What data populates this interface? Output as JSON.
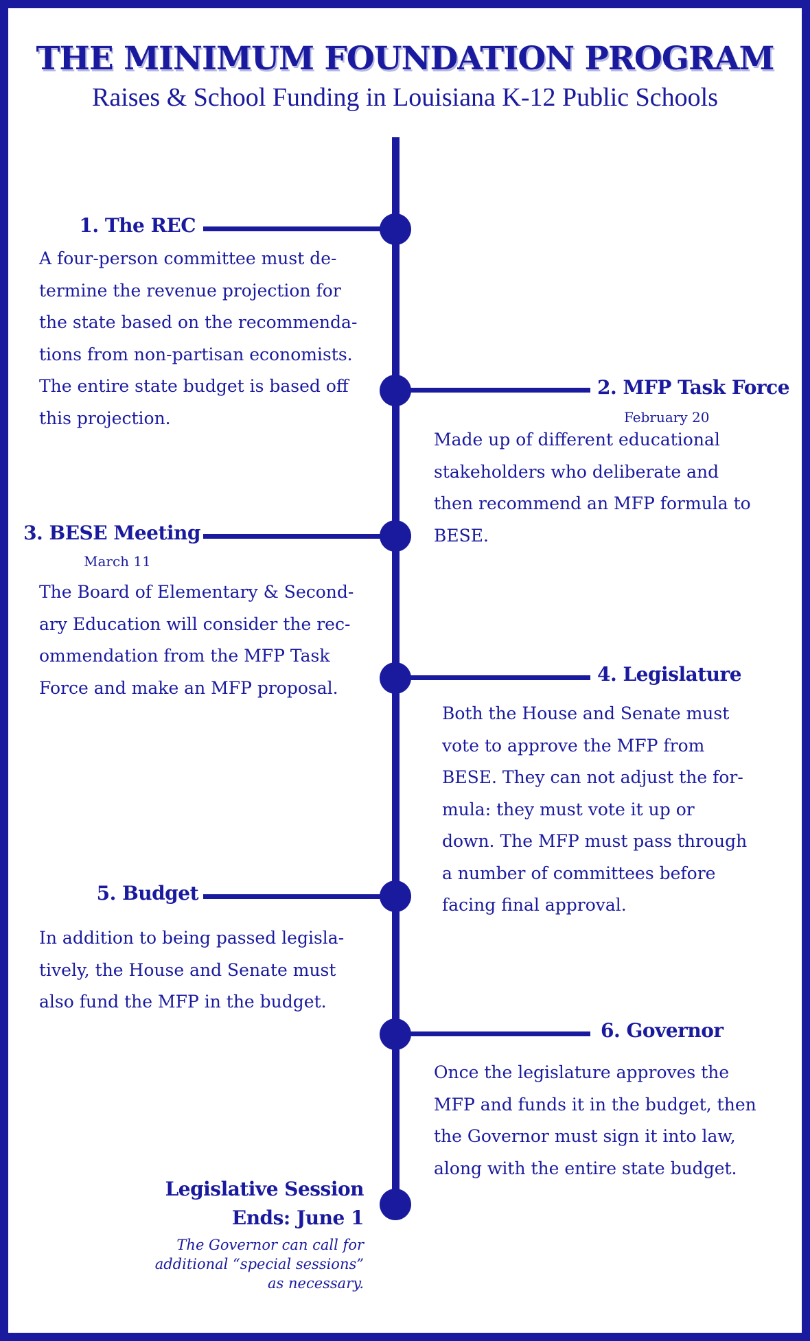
{
  "header": {
    "title": "THE MINIMUM FOUNDATION PROGRAM",
    "subtitle": "Raises & School Funding in Louisiana K-12 Public Schools"
  },
  "steps": [
    {
      "heading": "1. The REC",
      "date": "",
      "lines": [
        "A four-person committee must de-",
        "termine the revenue projection for",
        "the state based on the recommenda-",
        "tions from non-partisan economists.",
        "The entire state budget is based off",
        "this projection."
      ]
    },
    {
      "heading": "2. MFP Task Force",
      "date": "February 20",
      "lines": [
        "Made up of different educational",
        "stakeholders who deliberate and",
        "then recommend an MFP formula to",
        "BESE."
      ]
    },
    {
      "heading": "3. BESE Meeting",
      "date": "March 11",
      "lines": [
        "The Board of Elementary & Second-",
        "ary Education will consider the rec-",
        "ommendation from the MFP Task",
        "Force and make an MFP proposal."
      ]
    },
    {
      "heading": "4. Legislature",
      "date": "",
      "lines": [
        "Both the House and Senate must",
        "vote to approve the MFP from",
        "BESE. They can not adjust the for-",
        "mula: they must vote it up or",
        "down. The MFP must pass through",
        "a number of committees before",
        "facing final approval."
      ]
    },
    {
      "heading": "5. Budget",
      "date": "",
      "lines": [
        "In addition to being passed legisla-",
        "tively, the House and Senate must",
        "also fund the MFP in the budget."
      ]
    },
    {
      "heading": "6. Governor",
      "date": "",
      "lines": [
        "Once the legislature approves the",
        "MFP and funds it in the budget, then",
        "the Governor must sign it into law,",
        "along with the entire state budget."
      ]
    }
  ],
  "end": {
    "line1": "Legislative Session",
    "line2": "Ends:  June 1",
    "note": [
      "The Governor can call for",
      "additional “special sessions”",
      "as necessary."
    ]
  },
  "colors": {
    "primary": "#1a1a9e",
    "title_shadow": "#b7b7e3",
    "background": "#ffffff"
  }
}
